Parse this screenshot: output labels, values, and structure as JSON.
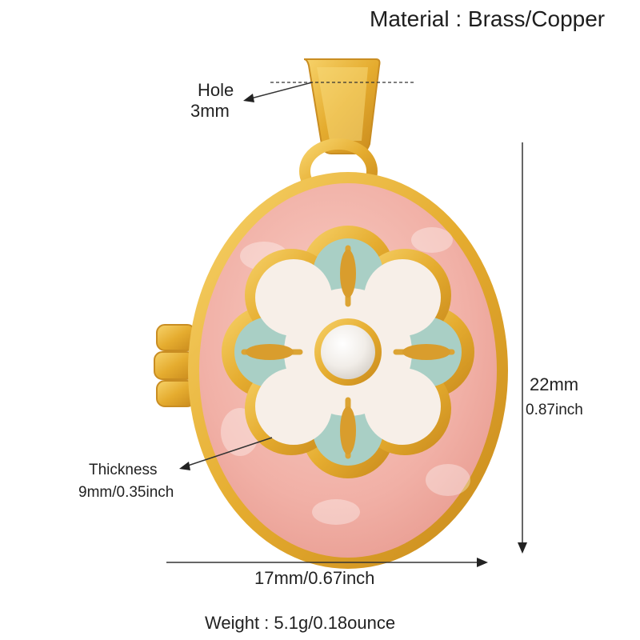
{
  "material": "Material : Brass/Copper",
  "hole": {
    "label": "Hole",
    "size": "3mm"
  },
  "height": {
    "mm": "22mm",
    "inch": "0.87inch"
  },
  "thickness": {
    "label": "Thickness",
    "value": "9mm/0.35inch"
  },
  "width": {
    "label": "17mm/0.67inch"
  },
  "weight": "Weight : 5.1g/0.18ounce",
  "colors": {
    "gold": "#e9b43c",
    "enamel_pink": "#f2b3aa",
    "enamel_teal": "#a9cfc5",
    "pearl": "#f4f1ee"
  },
  "product_image": "pink enamel oval locket pendant with flower and pearl"
}
